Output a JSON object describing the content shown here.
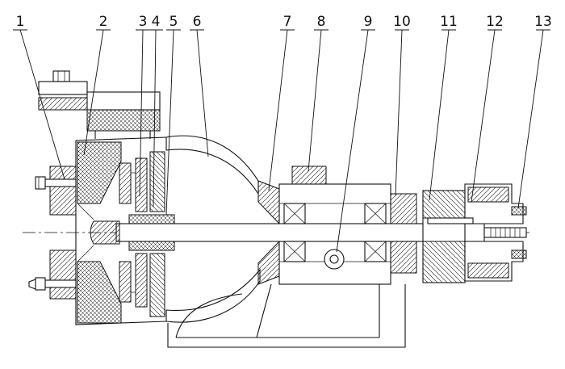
{
  "drawing": {
    "callouts": [
      {
        "label": "1"
      },
      {
        "label": "2"
      },
      {
        "label": "3"
      },
      {
        "label": "4"
      },
      {
        "label": "5"
      },
      {
        "label": "6"
      },
      {
        "label": "7"
      },
      {
        "label": "8"
      },
      {
        "label": "9"
      },
      {
        "label": "10"
      },
      {
        "label": "11"
      },
      {
        "label": "12"
      },
      {
        "label": "13"
      }
    ]
  }
}
